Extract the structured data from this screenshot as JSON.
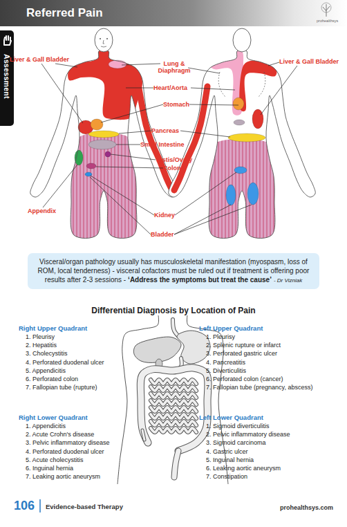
{
  "diagram": {
    "title": "Referred Pain",
    "nodes": [
      {
        "text": [
          "Assessment"
        ]
      },
      {
        "text": [
          "Visceral/organ pathology usually has musculoskeletal manifestation (myospasm, loss of ROM, local tenderness) - visceral cofactors must be ruled out if treatment is offering poor results after 2-3 sessions -",
          "‘Address the symptoms but treat the cause’",
          "- Dr Vizniak"
        ]
      }
    ],
    "labels": [
      "prohealthsys",
      "Liver & Gall Bladder",
      "Lung & Diaphragm",
      "Liver & Gall Bladder",
      "Heart/Aorta",
      "Stomach",
      "Pancreas",
      "Small Intestine",
      "Testis/Ovary",
      "Colon",
      "Appendix",
      "Kidney",
      "Bladder",
      "Differential Diagnosis by Location of Pain",
      "Right Upper Quadrant",
      "1. Pleurisy",
      "2. Hepatitis",
      "3. Cholecystitis",
      "4. Perforated duodenal ulcer",
      "5. Appendicitis",
      "6. Perforated colon",
      "7. Fallopian tube (rupture)",
      "Left Upper Quadrant",
      "1. Pleurisy",
      "2. Splenic rupture or infarct",
      "3. Perforated gastric ulcer",
      "4. Pancreatitis",
      "5. Diverticulitis",
      "6. Perforated colon (cancer)",
      "7. Fallopian tube (pregnancy, abscess)",
      "Right Lower Quadrant",
      "1. Appendicitis",
      "2. Acute Crohn's disease",
      "3. Pelvic inflammatory disease",
      "4. Perforated duodenal ulcer",
      "5. Acute cholecystitis",
      "6. Inguinal hernia",
      "7. Leaking aortic aneurysm",
      "Left Lower Quadrant",
      "1. Sigmoid diverticulitis",
      "2. Pelvic inflammatory disease",
      "3. Sigmoid carcinoma",
      "4. Gastric ulcer",
      "5. Inguinal hernia",
      "6. Leaking aortic aneurysm",
      "7. Constipation",
      "106",
      "Evidence-based Therapy",
      "prohealthsys.com"
    ]
  }
}
